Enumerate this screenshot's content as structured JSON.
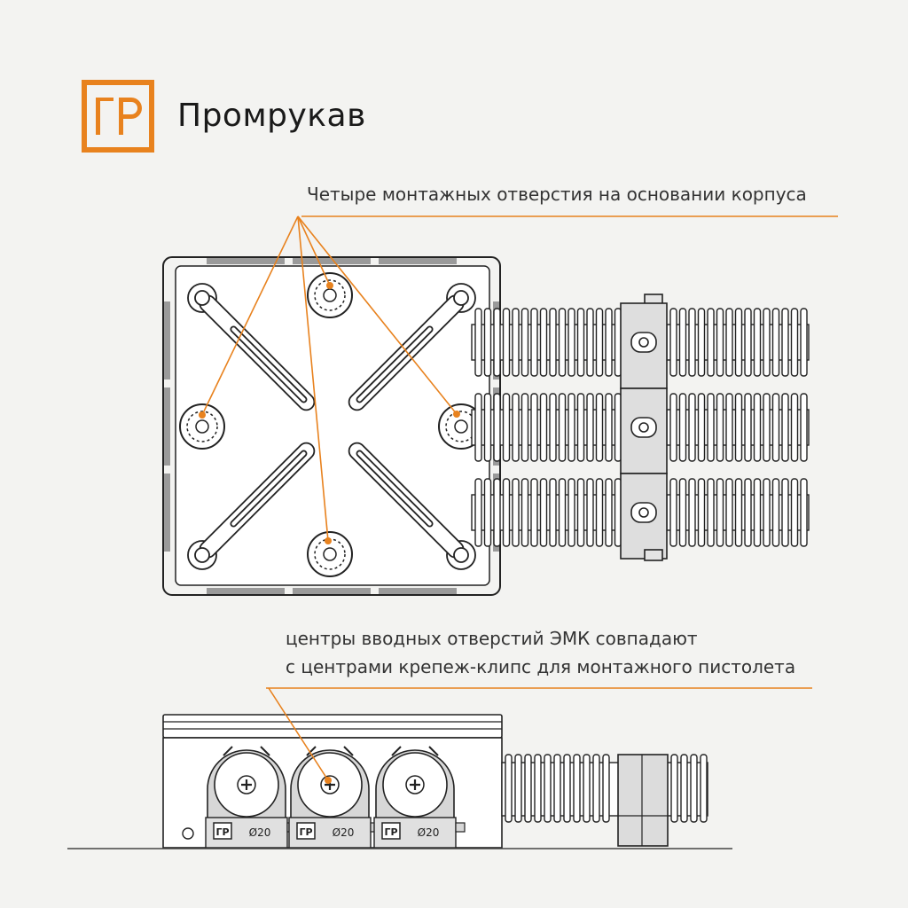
{
  "brand": {
    "logo_letters": "ГР",
    "name": "Промрукав",
    "accent_color": "#e8821e"
  },
  "captions": {
    "top": "Четыре монтажных отверстия на основании корпуса",
    "bottom_line1": "центры вводных отверстий ЭМК совпадают",
    "bottom_line2": "с центрами крепеж-клипс для монтажного пистолета"
  },
  "clip_labels": [
    {
      "mark": "ГР",
      "size": "Ø20"
    },
    {
      "mark": "ГР",
      "size": "Ø20"
    },
    {
      "mark": "ГР",
      "size": "Ø20"
    }
  ]
}
